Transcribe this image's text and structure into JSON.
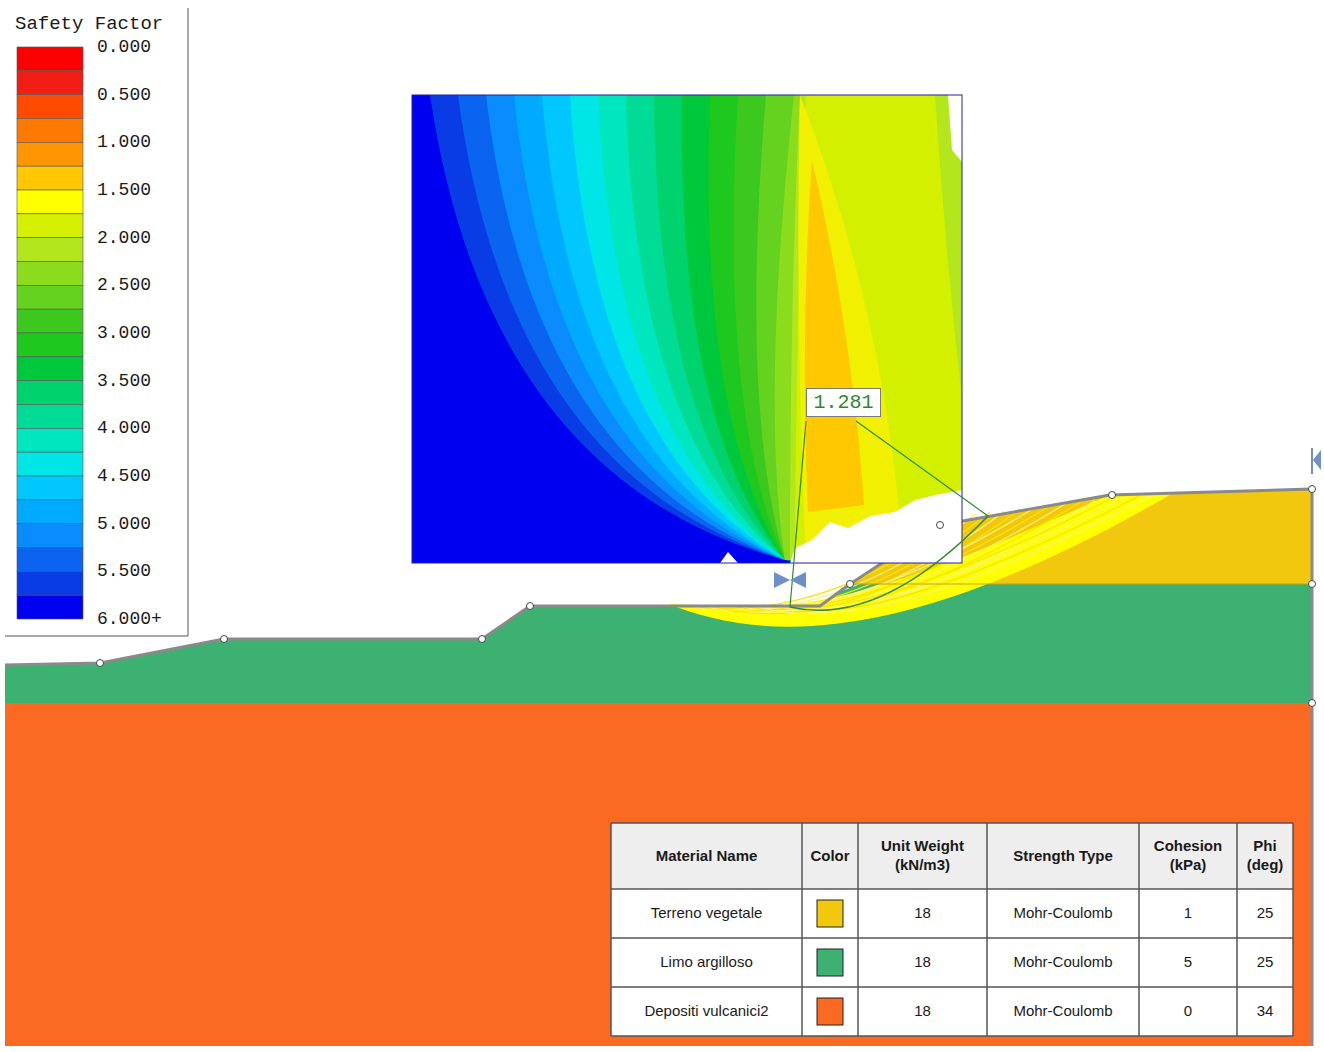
{
  "diagram": {
    "nodes": [
      {
        "text": [
          "1.281"
        ]
      }
    ],
    "labels": [
      "Safety Factor",
      "Material Name",
      "Color",
      "Unit Weight (kN/m3)",
      "Strength Type",
      "Cohesion (kPa)",
      "Phi (deg)",
      "Terreno vegetale",
      "18",
      "Mohr-Coulomb",
      "1",
      "25",
      "Limo argilloso",
      "18",
      "Mohr-Coulomb",
      "5",
      "25",
      "Depositi vulcanici2",
      "18",
      "Mohr-Coulomb",
      "0",
      "34"
    ],
    "legend": [
      {
        "text": "0.000",
        "color": "#ff0000"
      },
      {
        "text": "0.500",
        "color": "#ff4b00"
      },
      {
        "text": "1.000",
        "color": "#ff9600"
      },
      {
        "text": "1.500",
        "color": "#ffff00"
      },
      {
        "text": "2.000",
        "color": "#b4e61e"
      },
      {
        "text": "2.500",
        "color": "#64d21e"
      },
      {
        "text": "3.000",
        "color": "#1ec81e"
      },
      {
        "text": "3.500",
        "color": "#00d26e"
      },
      {
        "text": "4.000",
        "color": "#00e6be"
      },
      {
        "text": "4.500",
        "color": "#00c8ff"
      },
      {
        "text": "5.000",
        "color": "#0a8cff"
      },
      {
        "text": "5.500",
        "color": "#0a3ce6"
      },
      {
        "text": "6.000+",
        "color": "#0000f0"
      }
    ]
  }
}
